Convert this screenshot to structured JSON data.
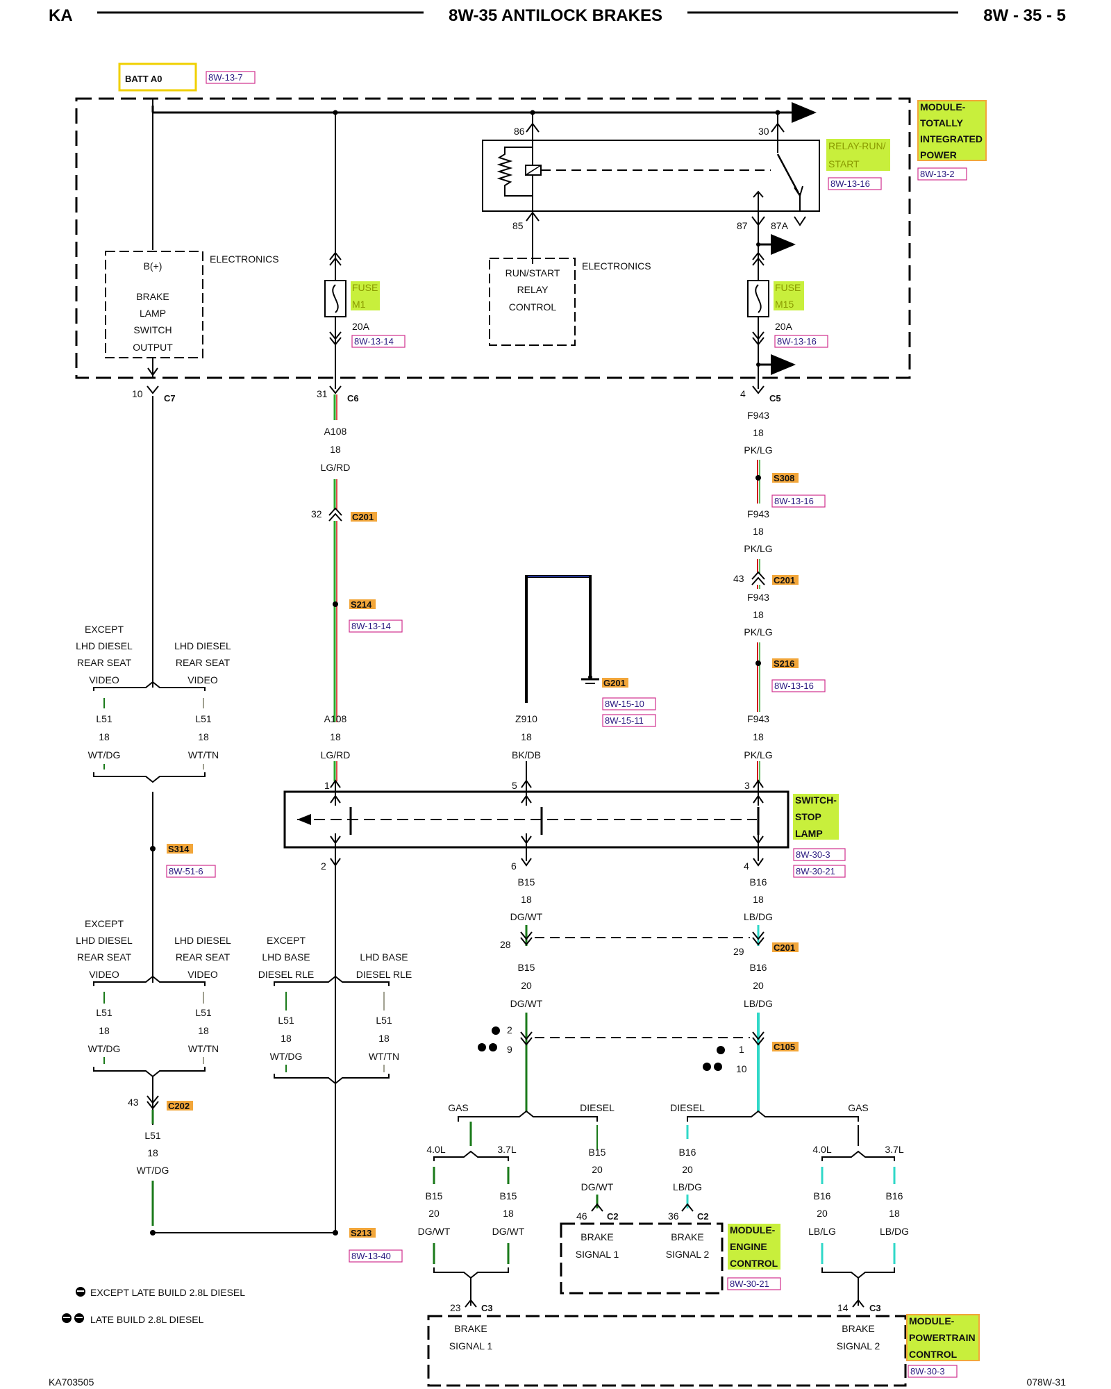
{
  "header": {
    "left": "KA",
    "title": "8W-35 ANTILOCK BRAKES",
    "page": "8W - 35 - 5"
  },
  "footer": {
    "left": "KA703505",
    "right": "078W-31"
  },
  "colors": {
    "tag_fill": "#f2a63a",
    "module_fill": "#c8ef3c",
    "fuse_fill": "#c8ef3c",
    "ref_border": "#d0308e",
    "batt_border": "#f0d000",
    "wire_lgrd": "#2aa82a",
    "wire_red": "#d01010",
    "wire_cyan": "#30d8c8",
    "wire_green": "#1a7a1a"
  },
  "battery": {
    "label": "BATT A0",
    "ref": "8W-13-7"
  },
  "modules": {
    "tipm": {
      "lines": [
        "MODULE-",
        "TOTALLY",
        "INTEGRATED",
        "POWER"
      ],
      "ref": "8W-13-2"
    },
    "relay": {
      "lines": [
        "RELAY-RUN/",
        "START"
      ],
      "ref": "8W-13-16",
      "pins": [
        "86",
        "30",
        "85",
        "87",
        "87A"
      ]
    },
    "fuse_m1": {
      "lines": [
        "FUSE",
        "M1"
      ],
      "rating": "20A",
      "ref": "8W-13-14"
    },
    "fuse_m15": {
      "lines": [
        "FUSE",
        "M15"
      ],
      "rating": "20A",
      "ref": "8W-13-16"
    },
    "brake_electronics": {
      "heading": "ELECTRONICS",
      "lines": [
        "B(+)",
        "BRAKE",
        "LAMP",
        "SWITCH",
        "OUTPUT"
      ]
    },
    "relay_electronics": {
      "heading": "ELECTRONICS",
      "lines": [
        "RUN/START",
        "RELAY",
        "CONTROL"
      ]
    },
    "stop_lamp": {
      "lines": [
        "SWITCH-",
        "STOP",
        "LAMP"
      ],
      "refs": [
        "8W-30-3",
        "8W-30-21"
      ]
    },
    "ecm": {
      "lines": [
        "MODULE-",
        "ENGINE",
        "CONTROL"
      ],
      "ref": "8W-30-21",
      "signals": [
        "BRAKE",
        "SIGNAL 1",
        "BRAKE",
        "SIGNAL 2"
      ]
    },
    "pcm": {
      "lines": [
        "MODULE-",
        "POWERTRAIN",
        "CONTROL"
      ],
      "ref": "8W-30-3",
      "signals": [
        "BRAKE",
        "SIGNAL 1",
        "BRAKE",
        "SIGNAL 2"
      ]
    }
  },
  "connectors": {
    "c7": {
      "pin": "10",
      "name": "C7"
    },
    "c6": {
      "pin": "31",
      "name": "C6"
    },
    "c5": {
      "pin": "4",
      "name": "C5"
    },
    "c201_a": {
      "pin": "32",
      "name": "C201"
    },
    "c201_b": {
      "pin": "43",
      "name": "C201"
    },
    "c201_c": {
      "pins": [
        "28",
        "29"
      ],
      "name": "C201"
    },
    "c105": {
      "pins": [
        "2",
        "9",
        "1",
        "10"
      ],
      "name": "C105"
    },
    "c202": {
      "pin": "43",
      "name": "C202"
    },
    "c2_a": {
      "pin": "46",
      "name": "C2"
    },
    "c2_b": {
      "pin": "36",
      "name": "C2"
    },
    "c3_a": {
      "pin": "23",
      "name": "C3"
    },
    "c3_b": {
      "pin": "14",
      "name": "C3"
    },
    "sw_pins": [
      "1",
      "5",
      "3",
      "2",
      "6",
      "4"
    ]
  },
  "splices": {
    "s308": {
      "name": "S308",
      "ref": "8W-13-16"
    },
    "s214": {
      "name": "S214",
      "ref": "8W-13-14"
    },
    "s216": {
      "name": "S216",
      "ref": "8W-13-16"
    },
    "s314": {
      "name": "S314",
      "ref": "8W-51-6"
    },
    "s213": {
      "name": "S213",
      "ref": "8W-13-40"
    },
    "g201": {
      "name": "G201",
      "refs": [
        "8W-15-10",
        "8W-15-11"
      ]
    }
  },
  "wires": {
    "a108": {
      "circuit": "A108",
      "gauge": "18",
      "color": "LG/RD"
    },
    "f943": {
      "circuit": "F943",
      "gauge": "18",
      "color": "PK/LG"
    },
    "z910": {
      "circuit": "Z910",
      "gauge": "18",
      "color": "BK/DB"
    },
    "l51_wtdg": {
      "circuit": "L51",
      "gauge": "18",
      "color": "WT/DG"
    },
    "l51_wttn": {
      "circuit": "L51",
      "gauge": "18",
      "color": "WT/TN"
    },
    "b15_18": {
      "circuit": "B15",
      "gauge": "18",
      "color": "DG/WT"
    },
    "b16_18": {
      "circuit": "B16",
      "gauge": "18",
      "color": "LB/DG"
    },
    "b15_20": {
      "circuit": "B15",
      "gauge": "20",
      "color": "DG/WT"
    },
    "b16_20": {
      "circuit": "B16",
      "gauge": "20",
      "color": "LB/DG"
    },
    "b15_20_dgwt": {
      "circuit": "B15",
      "gauge": "20",
      "color": "DG/WT"
    },
    "b15_18_dgwt": {
      "circuit": "B15",
      "gauge": "18",
      "color": "DG/WT"
    },
    "b16_20_lblg": {
      "circuit": "B16",
      "gauge": "20",
      "color": "LB/LG"
    },
    "b16_18_lbdg": {
      "circuit": "B16",
      "gauge": "18",
      "color": "LB/DG"
    }
  },
  "options": {
    "except_lhd_rsv": [
      "EXCEPT",
      "LHD DIESEL",
      "REAR SEAT",
      "VIDEO"
    ],
    "lhd_rsv": [
      "LHD DIESEL",
      "REAR SEAT",
      "VIDEO"
    ],
    "except_lhd_base": [
      "EXCEPT",
      "LHD BASE",
      "DIESEL RLE"
    ],
    "lhd_base": [
      "LHD BASE",
      "DIESEL RLE"
    ],
    "gas": "GAS",
    "diesel": "DIESEL",
    "l40": "4.0L",
    "l37": "3.7L"
  },
  "legend": {
    "except_late": "EXCEPT LATE BUILD 2.8L DIESEL",
    "late": "LATE BUILD 2.8L DIESEL"
  }
}
